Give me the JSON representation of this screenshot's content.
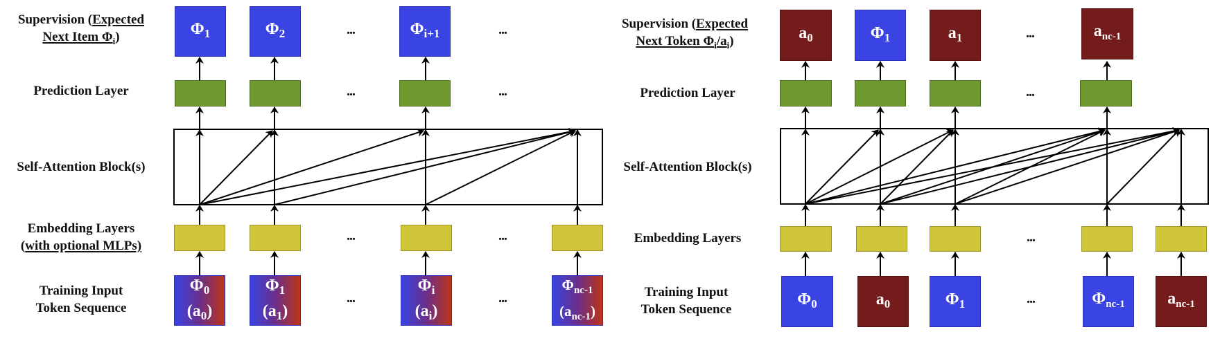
{
  "left_panel": {
    "labels": {
      "supervision_line1": "Supervision (",
      "supervision_line1_u": "Expected",
      "supervision_line2_u": "Next Item Φ",
      "supervision_line2_sub": "i",
      "supervision_line2_end": ")",
      "prediction": "Prediction Layer",
      "attention": "Self-Attention Block(s)",
      "embedding_line1": "Embedding Layers",
      "embedding_line2_open": "(",
      "embedding_line2_u": "with optional MLPs)",
      "input_line1": "Training Input",
      "input_line2": "Token Sequence"
    },
    "ellipsis": "...",
    "supervision_tokens": [
      {
        "sym": "Φ",
        "sub": "1",
        "kind": "phi"
      },
      {
        "sym": "Φ",
        "sub": "2",
        "kind": "phi"
      },
      {
        "sym": "Φ",
        "sub": "i+1",
        "kind": "phi"
      }
    ],
    "input_tokens": [
      {
        "sym": "Φ",
        "sub": "0",
        "paren_sym": "(a",
        "paren_sub": "0",
        "paren_end": ")",
        "kind": "mix"
      },
      {
        "sym": "Φ",
        "sub": "1",
        "paren_sym": "(a",
        "paren_sub": "1",
        "paren_end": ")",
        "kind": "mix"
      },
      {
        "sym": "Φ",
        "sub": "i",
        "paren_sym": "(a",
        "paren_sub": "i",
        "paren_end": ")",
        "kind": "mix"
      },
      {
        "sym": "Φ",
        "sub": "nc-1",
        "paren_sym": "(a",
        "paren_sub": "nc-1",
        "paren_end": ")",
        "kind": "mix"
      }
    ],
    "attention_edges": [
      [
        0,
        1
      ],
      [
        0,
        2
      ],
      [
        0,
        3
      ],
      [
        1,
        3
      ],
      [
        2,
        3
      ]
    ]
  },
  "right_panel": {
    "labels": {
      "supervision_line1": "Supervision (",
      "supervision_line1_u": "Expected",
      "supervision_line2_u": "Next Token Φ",
      "supervision_line2_sub": "i",
      "supervision_line2_mid": "/a",
      "supervision_line2_sub2": "i",
      "supervision_line2_end": ")",
      "prediction": "Prediction Layer",
      "attention": "Self-Attention Block(s)",
      "embedding": "Embedding Layers",
      "input_line1": "Training Input",
      "input_line2": "Token Sequence"
    },
    "ellipsis": "...",
    "supervision_tokens": [
      {
        "sym": "a",
        "sub": "0",
        "kind": "act"
      },
      {
        "sym": "Φ",
        "sub": "1",
        "kind": "phi"
      },
      {
        "sym": "a",
        "sub": "1",
        "kind": "act"
      },
      {
        "sym": "a",
        "sub": "nc-1",
        "kind": "act"
      }
    ],
    "input_tokens": [
      {
        "sym": "Φ",
        "sub": "0",
        "kind": "phi"
      },
      {
        "sym": "a",
        "sub": "0",
        "kind": "act"
      },
      {
        "sym": "Φ",
        "sub": "1",
        "kind": "phi"
      },
      {
        "sym": "Φ",
        "sub": "nc-1",
        "kind": "phi"
      },
      {
        "sym": "a",
        "sub": "nc-1",
        "kind": "act"
      }
    ],
    "attention_edges": [
      [
        0,
        1
      ],
      [
        0,
        2
      ],
      [
        0,
        3
      ],
      [
        0,
        4
      ],
      [
        1,
        2
      ],
      [
        1,
        3
      ],
      [
        1,
        4
      ],
      [
        2,
        3
      ],
      [
        2,
        4
      ],
      [
        3,
        4
      ]
    ]
  },
  "colors": {
    "item_token": "#3a44e2",
    "action_token": "#741b1b",
    "prediction_layer": "#6f9a2f",
    "embedding_layer": "#d1c53a"
  }
}
